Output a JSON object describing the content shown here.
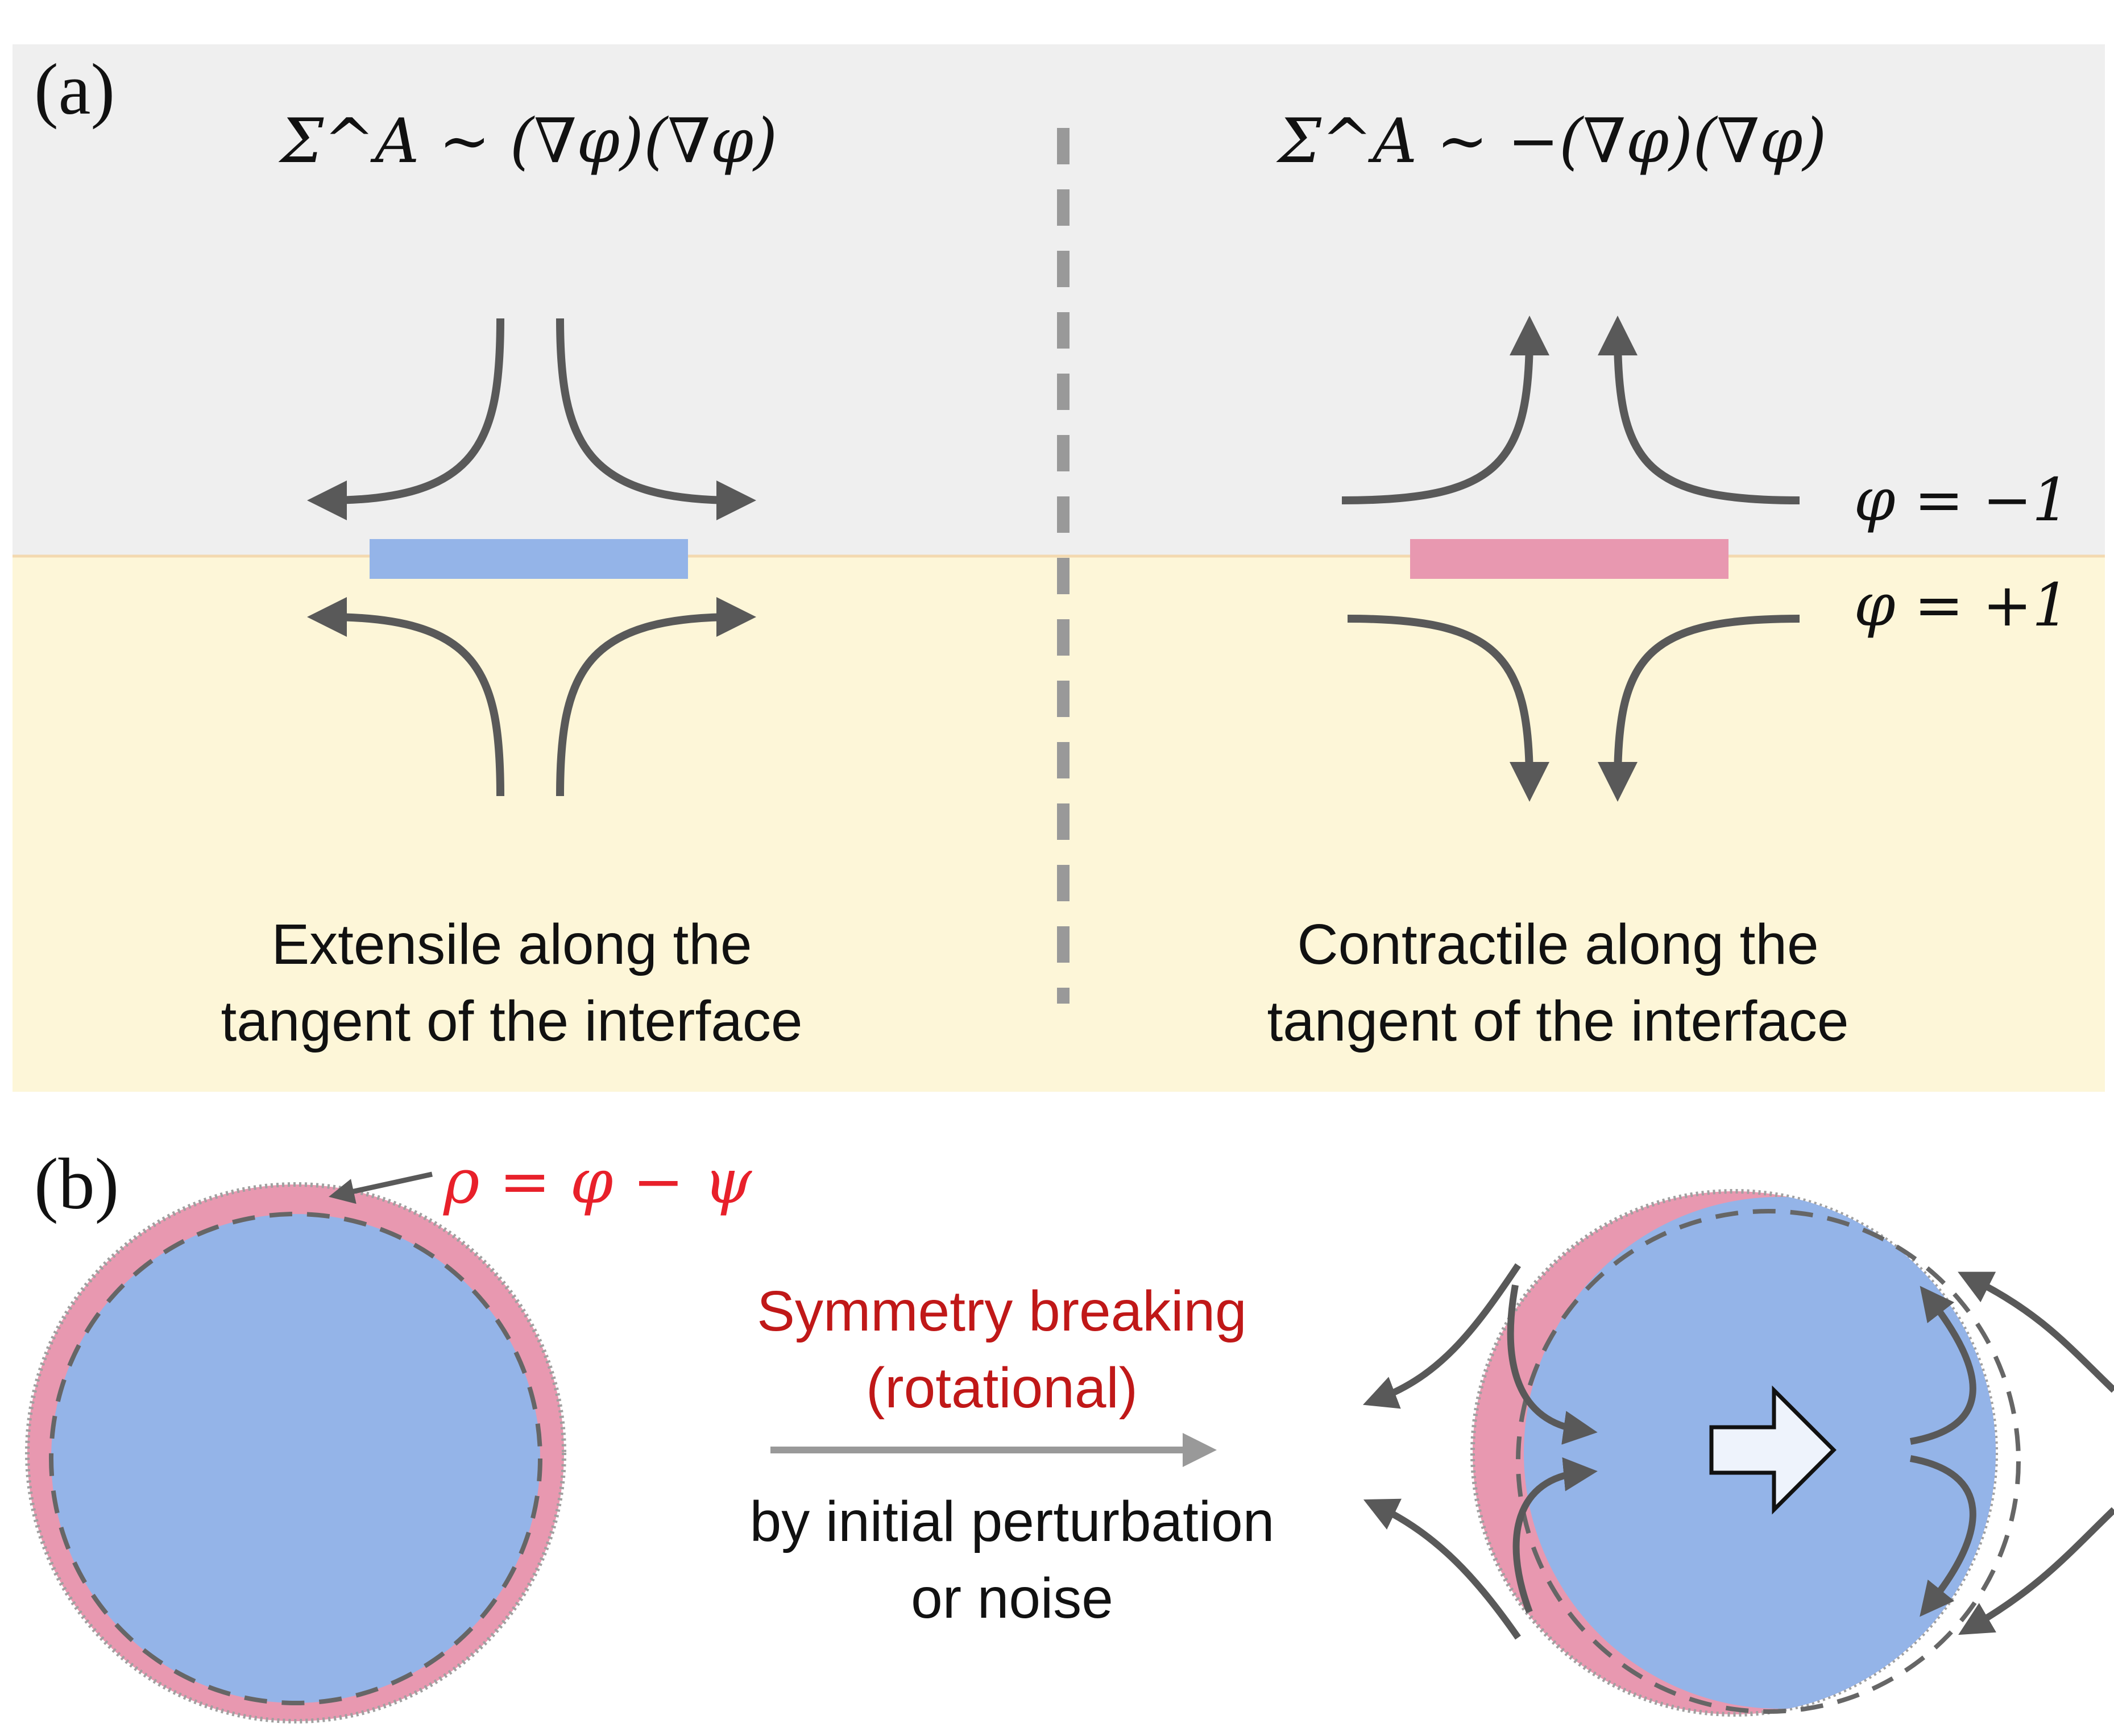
{
  "panel_a": {
    "label": "(a)",
    "left_formula": "Σ^A ∼ (∇φ)(∇φ)",
    "right_formula": "Σ^A ∼ −(∇φ)(∇φ)",
    "phi_top": "φ = −1",
    "phi_bottom": "φ = +1",
    "left_caption_line1": "Extensile along the",
    "left_caption_line2": "tangent of the interface",
    "right_caption_line1": "Contractile along the",
    "right_caption_line2": "tangent of the interface",
    "colors": {
      "top_region": "#efefef",
      "bottom_region": "#fdf6d8",
      "extensile_bar": "#94b4e8",
      "contractile_bar": "#e898b0",
      "arrows": "#595959",
      "divider": "#999999"
    }
  },
  "panel_b": {
    "label": "(b)",
    "rho_formula": "ρ = φ − ψ",
    "transition_line1": "Symmetry breaking",
    "transition_line2": "(rotational)",
    "note_line1": "by initial perturbation",
    "note_line2": "or noise",
    "colors": {
      "rho_text": "#e8202a",
      "transition_text": "#c01818",
      "outer_disc": "#e898b0",
      "inner_disc": "#94b4e8",
      "transition_arrow": "#999999",
      "motion_arrow_fill": "#eef3fc"
    }
  }
}
